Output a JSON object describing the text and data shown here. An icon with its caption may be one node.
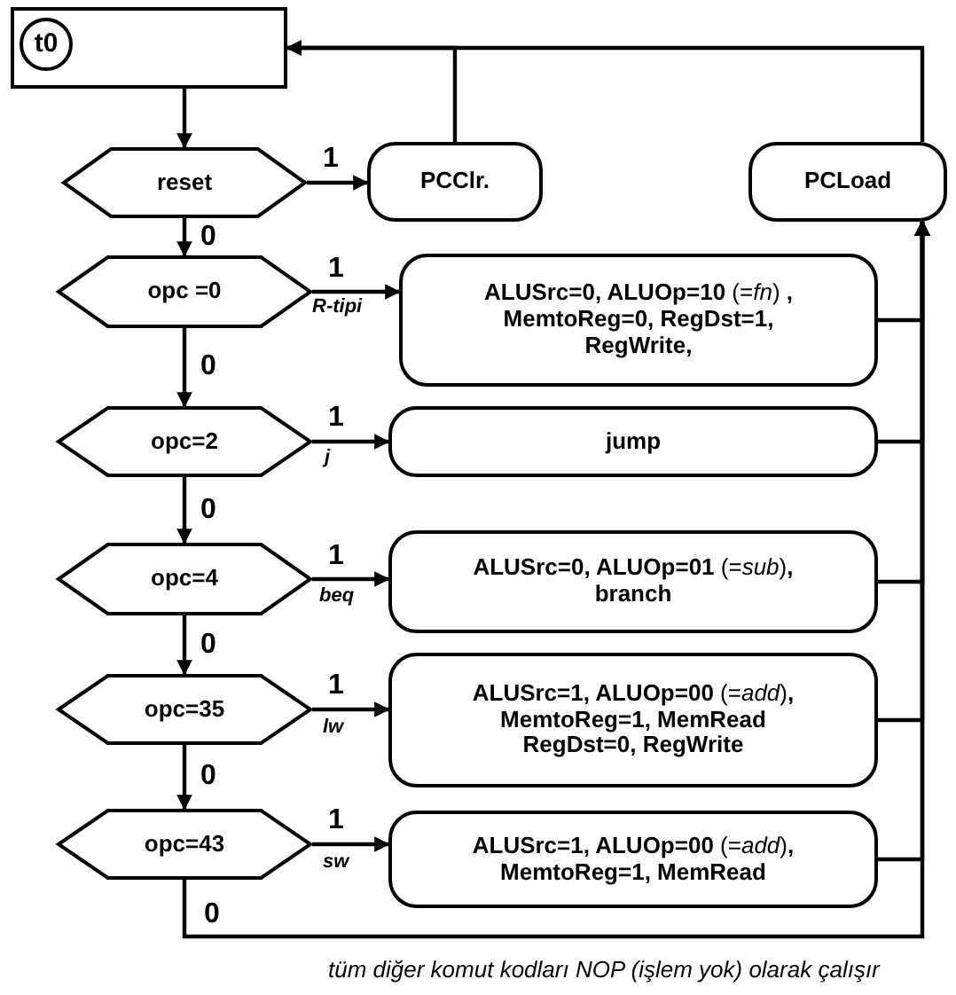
{
  "diagram": {
    "nodes": [
      {
        "text": [],
        "shape": "box"
      },
      {
        "text": [
          "t0"
        ],
        "in": 0
      },
      {
        "text": [
          "reset"
        ]
      },
      {
        "text": [
          "PCClr."
        ]
      },
      {
        "text": [
          "PCLoad"
        ]
      },
      {
        "text": [
          "opc =0"
        ]
      },
      {
        "text": [
          "**ALUSrc=0, ALUOp=10** (=*fn*) **, MemtoReg=0, RegDst=1, RegWrite,**"
        ]
      },
      {
        "text": [
          "opc=2"
        ]
      },
      {
        "text": [
          "jump"
        ]
      },
      {
        "text": [
          "opc=4"
        ]
      },
      {
        "text": [
          "**ALUSrc=0, ALUOp=01** (=*sub*)**, branch**"
        ]
      },
      {
        "text": [
          "opc=35"
        ]
      },
      {
        "text": [
          "**ALUSrc=1, ALUOp=00** (=*add*)**, MemtoReg=1, MemRead RegDst=0, RegWrite**"
        ]
      },
      {
        "text": [
          "opc=43"
        ]
      },
      {
        "text": [
          "**ALUSrc=1, ALUOp=00** (=*add*)**, MemtoReg=1, MemRead**"
        ]
      }
    ],
    "edges": [
      {
        "from": 0,
        "to": 2,
        "arrow": "to"
      },
      {
        "from": 2,
        "to": 3,
        "arrow": "to",
        "label": "1"
      },
      {
        "from": 2,
        "to": 5,
        "arrow": "to",
        "label": "0"
      },
      {
        "from": 5,
        "to": 6,
        "arrow": "to",
        "label": "1"
      },
      {
        "from": 5,
        "to": 7,
        "arrow": "to",
        "label": "0"
      },
      {
        "from": 7,
        "to": 8,
        "arrow": "to",
        "label": "1"
      },
      {
        "from": 7,
        "to": 9,
        "arrow": "to",
        "label": "0"
      },
      {
        "from": 9,
        "to": 10,
        "arrow": "to",
        "label": "1"
      },
      {
        "from": 9,
        "to": 11,
        "arrow": "to",
        "label": "0"
      },
      {
        "from": 11,
        "to": 12,
        "arrow": "to",
        "label": "1"
      },
      {
        "from": 11,
        "to": 13,
        "arrow": "to",
        "label": "0"
      },
      {
        "from": 13,
        "to": 14,
        "arrow": "to",
        "label": "1"
      },
      {
        "from": 13,
        "to": 4,
        "arrow": "to",
        "label": "0"
      },
      {
        "from": 6,
        "to": 4,
        "arrow": "to"
      },
      {
        "from": 8,
        "to": 4,
        "arrow": "to"
      },
      {
        "from": 10,
        "to": 4,
        "arrow": "to"
      },
      {
        "from": 12,
        "to": 4,
        "arrow": "to"
      },
      {
        "from": 14,
        "to": 4,
        "arrow": "to"
      },
      {
        "from": 3,
        "to": 0,
        "arrow": "to"
      },
      {
        "from": 4,
        "to": 0,
        "arrow": "to"
      }
    ],
    "labels": [
      "R-tipi",
      "j",
      "beq",
      "lw",
      "sw",
      "tüm diğer komut kodları NOP (işlem yok) olarak çalışır"
    ]
  }
}
